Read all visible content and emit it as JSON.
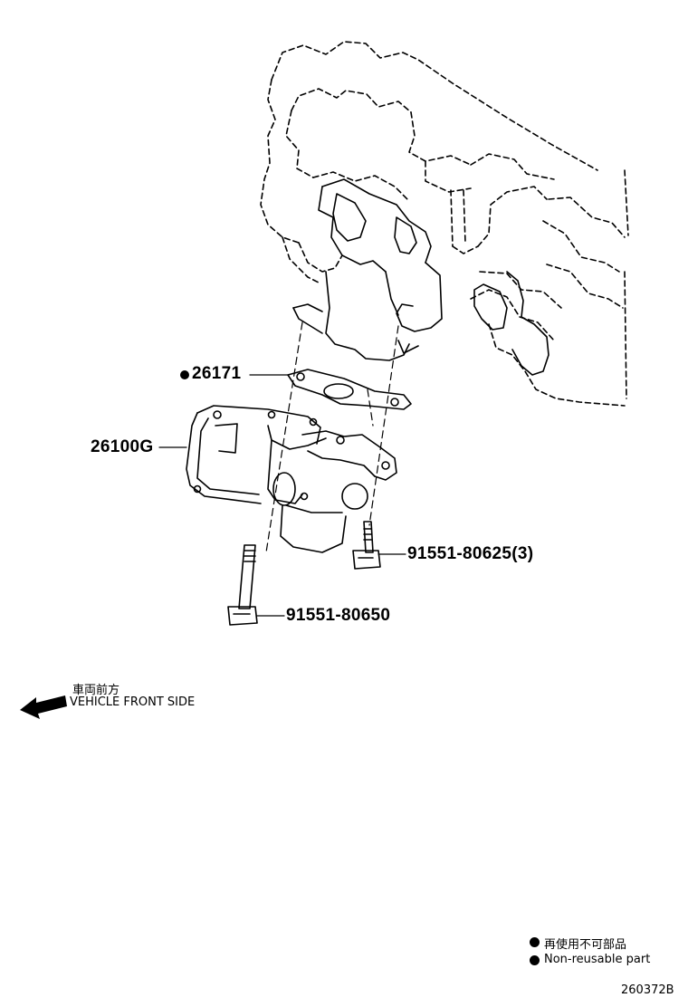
{
  "parts": {
    "gasket": "26171",
    "egr_valve": "26100G",
    "bolt_short": "91551-80625(3)",
    "bolt_long": "91551-80650"
  },
  "direction": {
    "label_jp": "車両前方",
    "label_en": "VEHICLE FRONT SIDE"
  },
  "legend": {
    "nonreusable_jp": "再使用不可部品",
    "nonreusable_en": "Non-reusable part"
  },
  "figure_id": "260372B"
}
